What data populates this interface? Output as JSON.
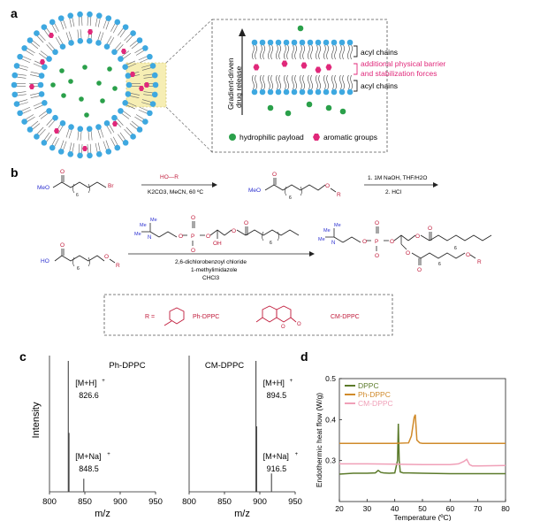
{
  "panels": {
    "a": "a",
    "b": "b",
    "c": "c",
    "d": "d"
  },
  "panel_a": {
    "gradient_label_1": "Gradient-driven",
    "gradient_label_2": "drug release",
    "acyl_top": "acyl chains",
    "acyl_bottom": "acyl chains",
    "barrier_1": "additional physical barrier",
    "barrier_2": "and stabilization forces",
    "legend_payload": "hydrophilic payload",
    "legend_aromatic": "aromatic groups",
    "colors": {
      "head": "#3ea8e0",
      "payload": "#2aa04a",
      "aromatic": "#e0287a",
      "highlight": "#f8f0b8"
    }
  },
  "panel_b": {
    "methyl_ester_label": "MeO",
    "bromo_label": "Br",
    "reagent_top": "HO—R",
    "reagent_bottom": "K2CO3, MeCN, 60 ºC",
    "step2_top": "1. 1M NaOH, THF/H2O",
    "step2_bottom": "2. HCl",
    "subscript_n": "6",
    "acid_label": "HO",
    "r_label": "R",
    "o_label": "O",
    "coupling_1": "2,6-dichlorobenzoyl chloride",
    "coupling_2": "1-methylimidazole",
    "coupling_3": "CHCl3",
    "oh_label": "OH",
    "r_def": "R =",
    "ph_label": "Ph-DPPC",
    "cm_label": "CM-DPPC",
    "colors": {
      "blue": "#2b2fd0",
      "red": "#c01a3a"
    }
  },
  "panel_c": {
    "ylabel": "Intensity",
    "xlabel": "m/z",
    "spectra": [
      {
        "name": "Ph-DPPC",
        "xticks": [
          "800",
          "850",
          "900",
          "950"
        ],
        "xlim": [
          800,
          950
        ],
        "peaks": [
          {
            "mz": 826.6,
            "rel": 1.0
          },
          {
            "mz": 848.5,
            "rel": 0.1
          },
          {
            "mz": 827.6,
            "rel": 0.45
          }
        ],
        "labels": [
          {
            "ion": "[M+H]",
            "charge": "+",
            "value": "826.6"
          },
          {
            "ion": "[M+Na]",
            "charge": "+",
            "value": "848.5"
          }
        ]
      },
      {
        "name": "CM-DPPC",
        "xticks": [
          "800",
          "850",
          "900",
          "950"
        ],
        "xlim": [
          800,
          950
        ],
        "peaks": [
          {
            "mz": 894.5,
            "rel": 1.0
          },
          {
            "mz": 916.5,
            "rel": 0.14
          },
          {
            "mz": 895.5,
            "rel": 0.5
          }
        ],
        "labels": [
          {
            "ion": "[M+H]",
            "charge": "+",
            "value": "894.5"
          },
          {
            "ion": "[M+Na]",
            "charge": "+",
            "value": "916.5"
          }
        ]
      }
    ]
  },
  "chart_data": {
    "type": "line",
    "title": "",
    "xlabel": "Temperature (ºC)",
    "ylabel": "Endothermic heat flow (W/g)",
    "xlim": [
      20,
      80
    ],
    "ylim": [
      0.2,
      0.5
    ],
    "xticks": [
      "20",
      "30",
      "40",
      "50",
      "60",
      "70",
      "80"
    ],
    "yticks": [
      "0.3",
      "0.4",
      "0.5"
    ],
    "legend": "top-left",
    "series": [
      {
        "name": "DPPC",
        "color": "#5b7a2a",
        "x": [
          20,
          25,
          30,
          33,
          34,
          35,
          36,
          38,
          40,
          41,
          41.3,
          41.6,
          42,
          43,
          45,
          50,
          60,
          70,
          80
        ],
        "y": [
          0.267,
          0.269,
          0.269,
          0.27,
          0.276,
          0.271,
          0.27,
          0.269,
          0.27,
          0.3,
          0.39,
          0.3,
          0.272,
          0.27,
          0.27,
          0.269,
          0.268,
          0.268,
          0.268
        ]
      },
      {
        "name": "Ph-DPPC",
        "color": "#d08a2a",
        "x": [
          20,
          30,
          40,
          45,
          46,
          47,
          47.4,
          48,
          49,
          50,
          60,
          70,
          80
        ],
        "y": [
          0.342,
          0.342,
          0.342,
          0.343,
          0.36,
          0.405,
          0.412,
          0.35,
          0.343,
          0.342,
          0.342,
          0.342,
          0.342
        ]
      },
      {
        "name": "CM-DPPC",
        "color": "#f0a0b8",
        "x": [
          20,
          30,
          40,
          50,
          60,
          63,
          65,
          66,
          67,
          68,
          70,
          80
        ],
        "y": [
          0.292,
          0.292,
          0.291,
          0.29,
          0.29,
          0.292,
          0.298,
          0.303,
          0.29,
          0.287,
          0.287,
          0.288
        ]
      }
    ]
  }
}
